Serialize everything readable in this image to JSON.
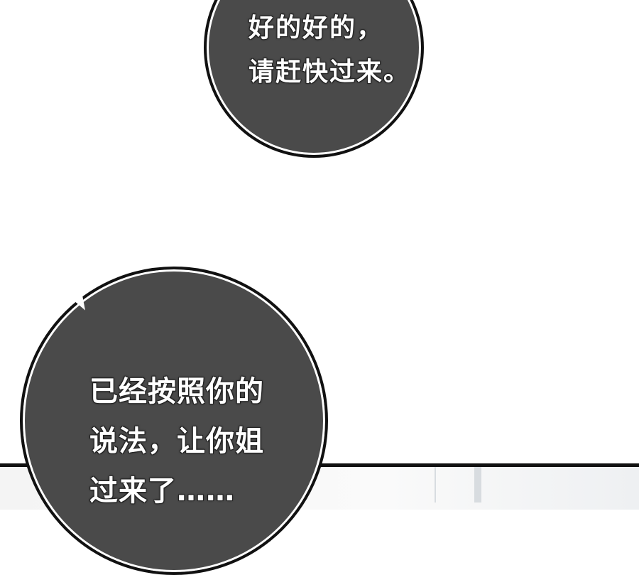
{
  "bubble_top": {
    "lines": [
      "好的好的，",
      "请赶快过来。"
    ]
  },
  "bubble_bottom": {
    "lines": [
      "已经按照你的",
      "说法，让你姐",
      "过来了……"
    ]
  },
  "colors": {
    "bubble_fill": "#4a4a4a",
    "outline": "#111111",
    "background": "#ffffff"
  }
}
